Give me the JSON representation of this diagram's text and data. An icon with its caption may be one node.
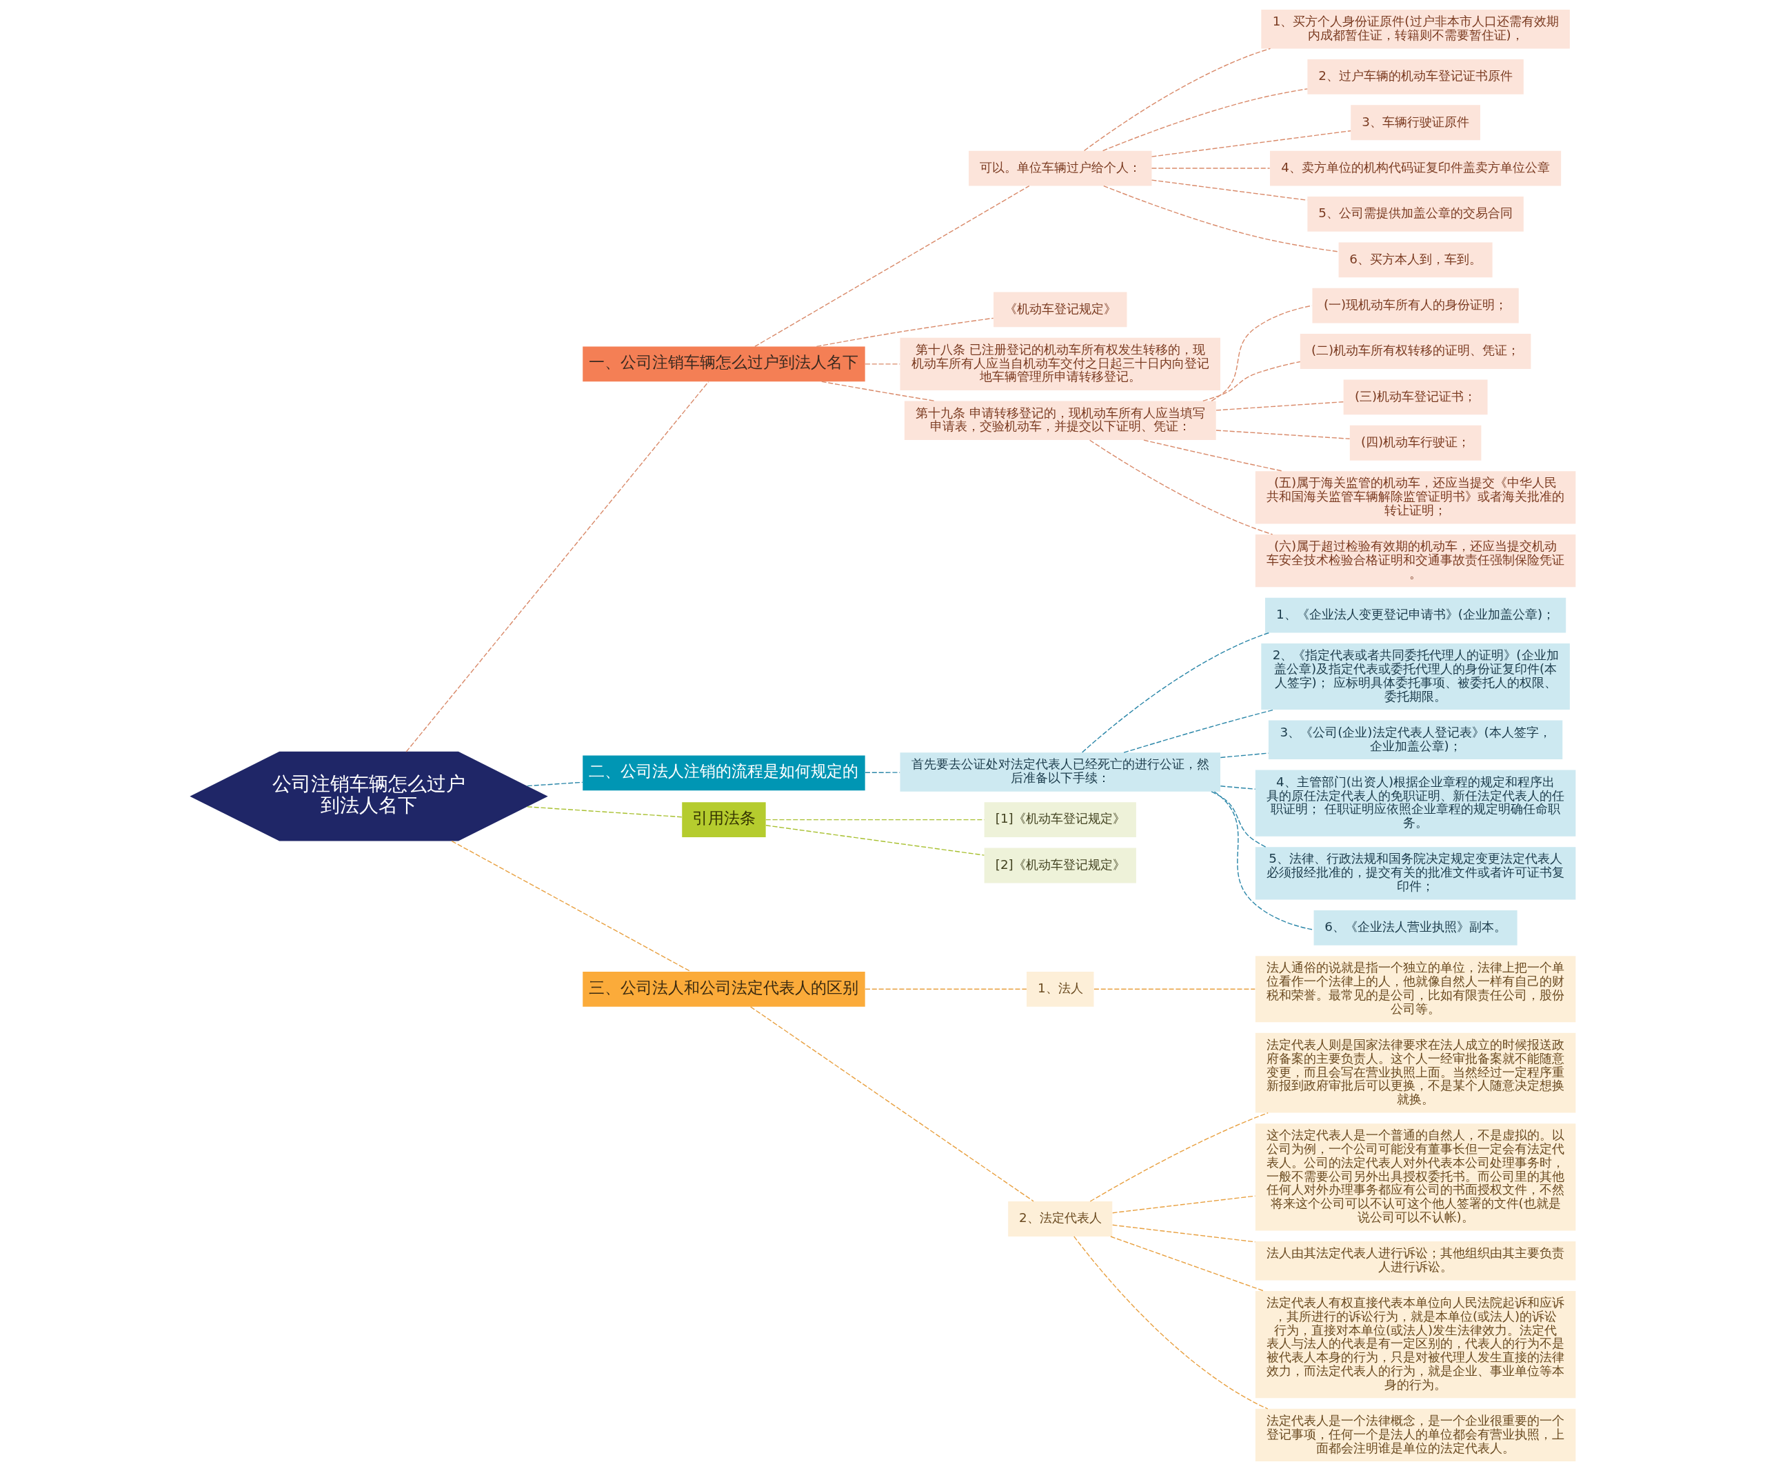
{
  "diagram": {
    "nodes": [
      {
        "text": [
          "公司注销车辆怎么过户到法人名下"
        ]
      },
      {
        "text": [
          "一、公司注销车辆怎么过户到法人名下"
        ]
      },
      {
        "text": [
          "可以。单位车辆过户给个人："
        ]
      },
      {
        "text": [
          "1、买方个人身份证原件(过户非本市人口还需有效期内成都暂住证，转籍则不需要暂住证)，"
        ]
      },
      {
        "text": [
          "2、过户车辆的机动车登记证书原件"
        ]
      },
      {
        "text": [
          "3、车辆行驶证原件"
        ]
      },
      {
        "text": [
          "4、卖方单位的机构代码证复印件盖卖方单位公章"
        ]
      },
      {
        "text": [
          "5、公司需提供加盖公章的交易合同"
        ]
      },
      {
        "text": [
          "6、买方本人到，车到。"
        ]
      },
      {
        "text": [
          "《机动车登记规定》"
        ]
      },
      {
        "text": [
          "第十八条 已注册登记的机动车所有权发生转移的，现机动车所有人应当自机动车交付之日起三十日内向登记地车辆管理所申请转移登记。"
        ]
      },
      {
        "text": [
          "第十九条 申请转移登记的，现机动车所有人应当填写申请表，交验机动车，并提交以下证明、凭证："
        ]
      },
      {
        "text": [
          "(一)现机动车所有人的身份证明；"
        ]
      },
      {
        "text": [
          "(二)机动车所有权转移的证明、凭证；"
        ]
      },
      {
        "text": [
          "(三)机动车登记证书；"
        ]
      },
      {
        "text": [
          "(四)机动车行驶证；"
        ]
      },
      {
        "text": [
          "(五)属于海关监管的机动车，还应当提交《中华人民共和国海关监管车辆解除监管证明书》或者海关批准的转让证明；"
        ]
      },
      {
        "text": [
          "(六)属于超过检验有效期的机动车，还应当提交机动车安全技术检验合格证明和交通事故责任强制保险凭证。"
        ]
      },
      {
        "text": [
          "二、公司法人注销的流程是如何规定的"
        ]
      },
      {
        "text": [
          "首先要去公证处对法定代表人已经死亡的进行公证，然后准备以下手续："
        ]
      },
      {
        "text": [
          "1、《企业法人变更登记申请书》(企业加盖公章)；"
        ]
      },
      {
        "text": [
          "2、《指定代表或者共同委托代理人的证明》(企业加盖公章)及指定代表或委托代理人的身份证复印件(本人签字)； 应标明具体委托事项、被委托人的权限、委托期限。"
        ]
      },
      {
        "text": [
          "3、《公司(企业)法定代表人登记表》(本人签字，企业加盖公章)；"
        ]
      },
      {
        "text": [
          "4、主管部门(出资人)根据企业章程的规定和程序出具的原任法定代表人的免职证明、新任法定代表人的任职证明； 任职证明应依照企业章程的规定明确任命职务。"
        ]
      },
      {
        "text": [
          "5、法律、行政法规和国务院决定规定变更法定代表人必须报经批准的，提交有关的批准文件或者许可证书复印件；"
        ]
      },
      {
        "text": [
          "6、《企业法人营业执照》副本。"
        ]
      },
      {
        "text": [
          "引用法条"
        ]
      },
      {
        "text": [
          "[1]《机动车登记规定》"
        ]
      },
      {
        "text": [
          "[2]《机动车登记规定》"
        ]
      },
      {
        "text": [
          "三、公司法人和公司法定代表人的区别"
        ]
      },
      {
        "text": [
          "1、法人"
        ]
      },
      {
        "text": [
          "法人通俗的说就是指一个独立的单位，法律上把一个单位看作一个法律上的人，他就像自然人一样有自己的财税和荣誉。最常见的是公司，比如有限责任公司，股份公司等。"
        ]
      },
      {
        "text": [
          "2、法定代表人"
        ]
      },
      {
        "text": [
          "法定代表人则是国家法律要求在法人成立的时候报送政府备案的主要负责人。这个人一经审批备案就不能随意变更，而且会写在营业执照上面。当然经过一定程序重新报到政府审批后可以更换，不是某个人随意决定想换就换。"
        ]
      },
      {
        "text": [
          "这个法定代表人是一个普通的自然人，不是虚拟的。以公司为例，一个公司可能没有董事长但一定会有法定代表人。公司的法定代表人对外代表本公司处理事务时，一般不需要公司另外出具授权委托书。而公司里的其他任何人对外办理事务都应有公司的书面授权文件，不然将来这个公司可以不认可这个他人签署的文件(也就是说公司可以不认帐)。"
        ]
      },
      {
        "text": [
          "法人由其法定代表人进行诉讼；其他组织由其主要负责人进行诉讼。"
        ]
      },
      {
        "text": [
          "法定代表人有权直接代表本单位向人民法院起诉和应诉，其所进行的诉讼行为，就是本单位(或法人)的诉讼行为，直接对本单位(或法人)发生法律效力。法定代表人与法人的代表是有一定区别的，代表人的行为不是被代表人本身的行为，只是对被代理人发生直接的法律效力，而法定代表人的行为，就是企业、事业单位等本身的行为。"
        ]
      },
      {
        "text": [
          "法定代表人是一个法律概念，是一个企业很重要的一个登记事项，任何一个是法人的单位都会有营业执照，上面都会注明谁是单位的法定代表人。"
        ]
      }
    ],
    "edges": [
      {
        "from": 0,
        "to": 1,
        "arrow": "none",
        "style": "dashed"
      },
      {
        "from": 1,
        "to": 2,
        "arrow": "none",
        "style": "dashed"
      },
      {
        "from": 2,
        "to": 3,
        "arrow": "none",
        "style": "dashed"
      },
      {
        "from": 2,
        "to": 4,
        "arrow": "none",
        "style": "dashed"
      },
      {
        "from": 2,
        "to": 5,
        "arrow": "none",
        "style": "dashed"
      },
      {
        "from": 2,
        "to": 6,
        "arrow": "none",
        "style": "dashed"
      },
      {
        "from": 2,
        "to": 7,
        "arrow": "none",
        "style": "dashed"
      },
      {
        "from": 2,
        "to": 8,
        "arrow": "none",
        "style": "dashed"
      },
      {
        "from": 1,
        "to": 9,
        "arrow": "none",
        "style": "dashed"
      },
      {
        "from": 1,
        "to": 10,
        "arrow": "none",
        "style": "dashed"
      },
      {
        "from": 1,
        "to": 11,
        "arrow": "none",
        "style": "dashed"
      },
      {
        "from": 11,
        "to": 12,
        "arrow": "none",
        "style": "dashed"
      },
      {
        "from": 11,
        "to": 13,
        "arrow": "none",
        "style": "dashed"
      },
      {
        "from": 11,
        "to": 14,
        "arrow": "none",
        "style": "dashed"
      },
      {
        "from": 11,
        "to": 15,
        "arrow": "none",
        "style": "dashed"
      },
      {
        "from": 11,
        "to": 16,
        "arrow": "none",
        "style": "dashed"
      },
      {
        "from": 11,
        "to": 17,
        "arrow": "none",
        "style": "dashed"
      },
      {
        "from": 0,
        "to": 18,
        "arrow": "none",
        "style": "dashed",
        "color": "#2a86a8"
      },
      {
        "from": 18,
        "to": 19,
        "arrow": "none",
        "style": "dashed",
        "color": "#2a86a8"
      },
      {
        "from": 19,
        "to": 20,
        "arrow": "none",
        "style": "dashed",
        "color": "#2a86a8"
      },
      {
        "from": 19,
        "to": 21,
        "arrow": "none",
        "style": "dashed",
        "color": "#2a86a8"
      },
      {
        "from": 19,
        "to": 22,
        "arrow": "none",
        "style": "dashed",
        "color": "#2a86a8"
      },
      {
        "from": 19,
        "to": 23,
        "arrow": "none",
        "style": "dashed",
        "color": "#2a86a8"
      },
      {
        "from": 19,
        "to": 24,
        "arrow": "none",
        "style": "dashed",
        "color": "#2a86a8"
      },
      {
        "from": 19,
        "to": 25,
        "arrow": "none",
        "style": "dashed",
        "color": "#2a86a8"
      },
      {
        "from": 0,
        "to": 26,
        "arrow": "none",
        "style": "dashed",
        "color": "#a8c030"
      },
      {
        "from": 26,
        "to": 27,
        "arrow": "none",
        "style": "dashed",
        "color": "#a8c030"
      },
      {
        "from": 26,
        "to": 28,
        "arrow": "none",
        "style": "dashed",
        "color": "#a8c030"
      },
      {
        "from": 0,
        "to": 29,
        "arrow": "none",
        "style": "dashed",
        "color": "#e8a040"
      },
      {
        "from": 29,
        "to": 30,
        "arrow": "none",
        "style": "dashed",
        "color": "#e8a040"
      },
      {
        "from": 30,
        "to": 31,
        "arrow": "none",
        "style": "dashed",
        "color": "#e8a040"
      },
      {
        "from": 29,
        "to": 32,
        "arrow": "none",
        "style": "dashed",
        "color": "#e8a040"
      },
      {
        "from": 32,
        "to": 33,
        "arrow": "none",
        "style": "dashed",
        "color": "#e8a040"
      },
      {
        "from": 32,
        "to": 34,
        "arrow": "none",
        "style": "dashed",
        "color": "#e8a040"
      },
      {
        "from": 32,
        "to": 35,
        "arrow": "none",
        "style": "dashed",
        "color": "#e8a040"
      },
      {
        "from": 32,
        "to": 36,
        "arrow": "none",
        "style": "dashed",
        "color": "#e8a040"
      },
      {
        "from": 32,
        "to": 37,
        "arrow": "none",
        "style": "dashed",
        "color": "#e8a040"
      }
    ]
  }
}
